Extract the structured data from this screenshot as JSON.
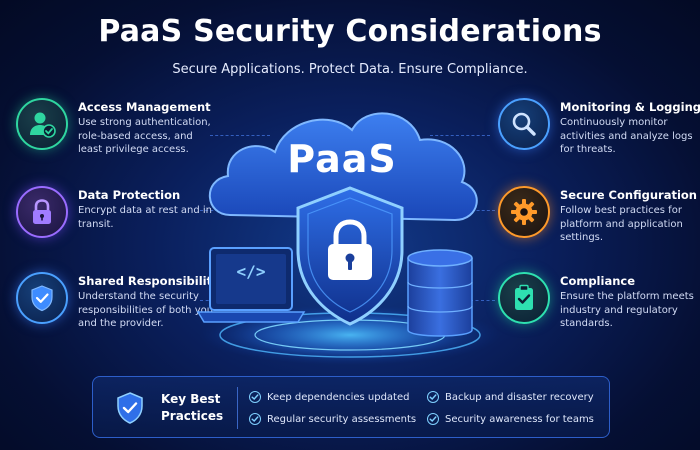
{
  "header": {
    "title": "PaaS Security Considerations",
    "subtitle": "Secure Applications. Protect Data. Ensure Compliance."
  },
  "center": {
    "cloud_label": "PaaS",
    "laptop_code": "</>"
  },
  "features_left": [
    {
      "title": "Access Management",
      "description": "Use strong authentication, role-based access, and least privilege access.",
      "icon": "user-check-icon",
      "accent": "#2fd6a0"
    },
    {
      "title": "Data Protection",
      "description": "Encrypt data at rest and in transit.",
      "icon": "padlock-icon",
      "accent": "#9a6cff"
    },
    {
      "title": "Shared Responsibility",
      "description": "Understand the security responsibilities of both you and the provider.",
      "icon": "shield-check-icon",
      "accent": "#4aa0ff"
    }
  ],
  "features_right": [
    {
      "title": "Monitoring & Logging",
      "description": "Continuously monitor activities and analyze logs for threats.",
      "icon": "magnifier-icon",
      "accent": "#4aa0ff"
    },
    {
      "title": "Secure Configuration",
      "description": "Follow best practices for platform and application settings.",
      "icon": "gear-icon",
      "accent": "#ff9a2a"
    },
    {
      "title": "Compliance",
      "description": "Ensure the platform meets industry and regulatory standards.",
      "icon": "clipboard-check-icon",
      "accent": "#2ee0b0"
    }
  ],
  "best_practices": {
    "title_line1": "Key Best",
    "title_line2": "Practices",
    "icon": "shield-check-icon",
    "items": [
      "Keep dependencies updated",
      "Backup and disaster recovery",
      "Regular security assessments",
      "Security awareness for teams"
    ]
  }
}
